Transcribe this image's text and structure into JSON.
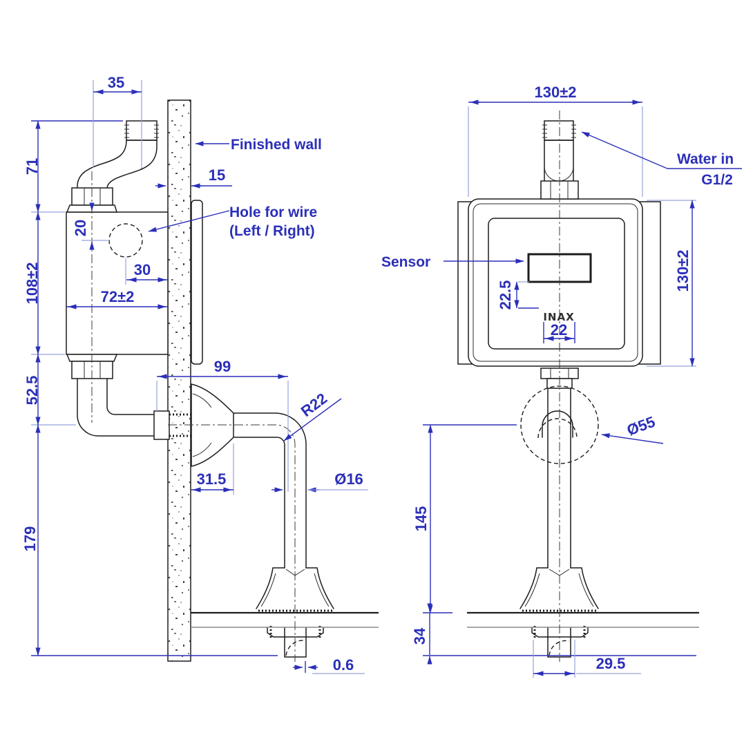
{
  "colors": {
    "dimension_blue": "#2b2fb8",
    "light_blue": "#95a2da",
    "line_black": "#1c1c1c"
  },
  "side_view": {
    "labels": {
      "finished_wall": "Finished wall",
      "hole_for_wire": "Hole for wire",
      "hole_for_wire_2": "(Left / Right)"
    },
    "dims": {
      "top_offset": "35",
      "inlet_height": "71",
      "wall_thickness": "15",
      "hole_top": "20",
      "hole_to_wall": "30",
      "body_depth": "72±2",
      "body_height": "108±2",
      "outlet_drop": "52.5",
      "spout_reach": "99",
      "trumpet_length": "31.5",
      "bend_radius": "R22",
      "pipe_diameter": "Ø16",
      "spout_drop": "179",
      "tip_offset": "0.6"
    }
  },
  "front_view": {
    "labels": {
      "water_in": "Water in",
      "thread_size": "G1/2",
      "sensor": "Sensor",
      "brand": "INAX"
    },
    "dims": {
      "body_width": "130±2",
      "body_height": "130±2",
      "sensor_offset": "22.5",
      "logo_width": "22",
      "escutcheon_diameter": "Ø55",
      "spout_height": "145",
      "counter_thickness": "34",
      "shank_width": "29.5"
    }
  }
}
